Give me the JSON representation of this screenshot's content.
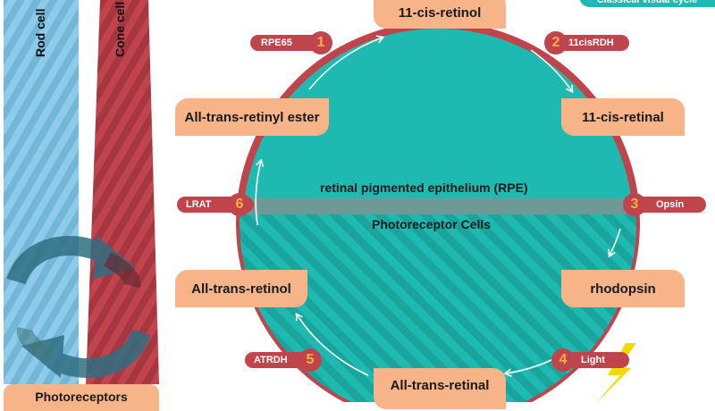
{
  "header": {
    "legend_tag": "Classical visual cycle"
  },
  "side_panel": {
    "rod_label": "Rod cell",
    "cone_label": "Cone cell",
    "bottom_label": "Photoreceptors"
  },
  "zones": {
    "upper": "retinal pigmented epithelium (RPE)",
    "lower": "Photoreceptor Cells"
  },
  "compounds": {
    "top": "11-cis-retinol",
    "upper_right": "11-cis-retinal",
    "lower_right": "rhodopsin",
    "bottom": "All-trans-retinal",
    "lower_left": "All-trans-retinol",
    "upper_left": "All-trans-retinyl ester"
  },
  "steps": [
    {
      "number": "1",
      "enzyme": "RPE65"
    },
    {
      "number": "2",
      "enzyme": "11cisRDH"
    },
    {
      "number": "3",
      "enzyme": "Opsin"
    },
    {
      "number": "4",
      "enzyme": "Light"
    },
    {
      "number": "5",
      "enzyme": "ATRDH"
    },
    {
      "number": "6",
      "enzyme": "LRAT"
    }
  ],
  "colors": {
    "teal": "#1ebab1",
    "rim": "#c0444c",
    "box": "#f7b489",
    "number": "#f7b046",
    "rod_blue": "#7dbfe0",
    "cone_red": "#b8404a",
    "bolt": "#f5d800"
  },
  "icons": [
    "refresh-cycle-icon",
    "lightning-bolt-icon",
    "cycle-arrow-icon"
  ]
}
